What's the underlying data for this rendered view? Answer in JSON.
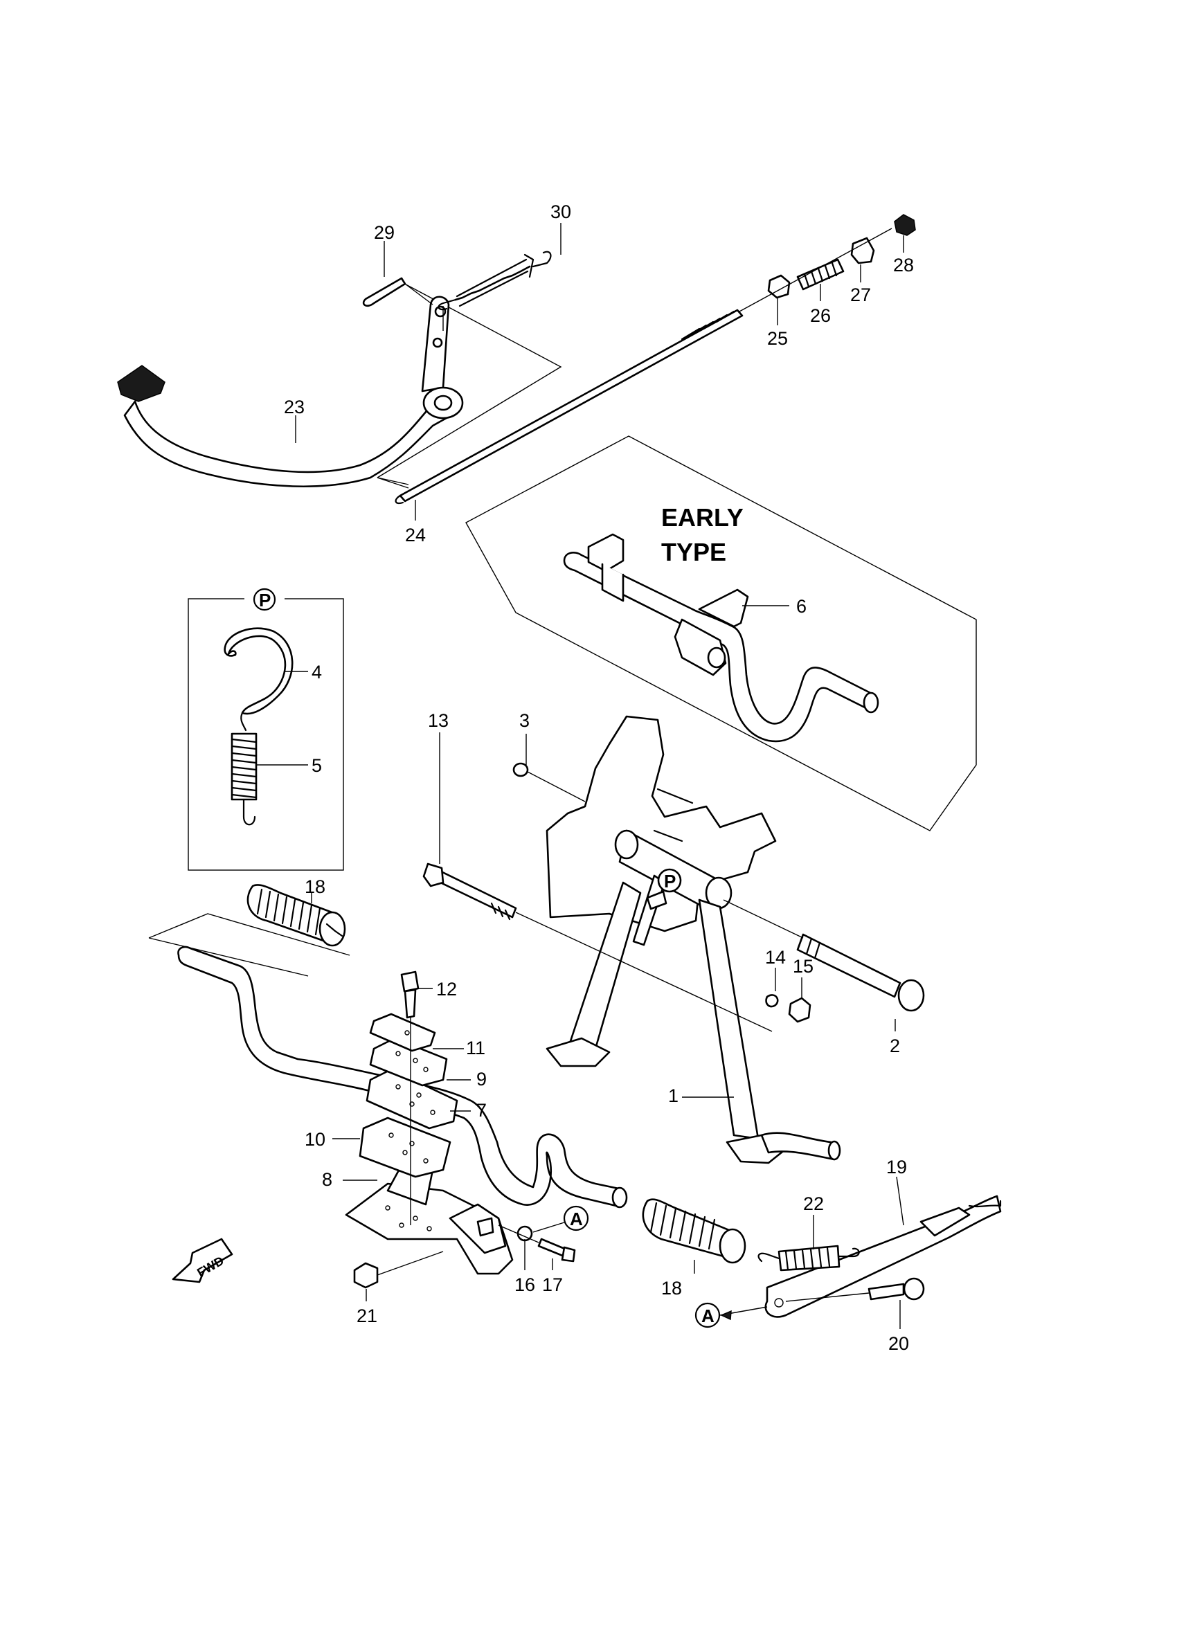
{
  "callouts": {
    "c1": "1",
    "c2": "2",
    "c3": "3",
    "c4": "4",
    "c5": "5",
    "c6": "6",
    "c7": "7",
    "c8": "8",
    "c9": "9",
    "c10": "10",
    "c11": "11",
    "c12": "12",
    "c13": "13",
    "c14": "14",
    "c15": "15",
    "c16": "16",
    "c17": "17",
    "c18a": "18",
    "c18b": "18",
    "c19": "19",
    "c20": "20",
    "c21": "21",
    "c22": "22",
    "c23": "23",
    "c24": "24",
    "c25": "25",
    "c26": "26",
    "c27": "27",
    "c28": "28",
    "c29": "29",
    "c30": "30"
  },
  "early_type": {
    "line1": "EARLY",
    "line2": "TYPE"
  },
  "markers": {
    "p_box": "P",
    "p_stand": "P",
    "a_bolt": "A",
    "a_sidestand": "A"
  },
  "direction": {
    "fwd": "FWD"
  }
}
